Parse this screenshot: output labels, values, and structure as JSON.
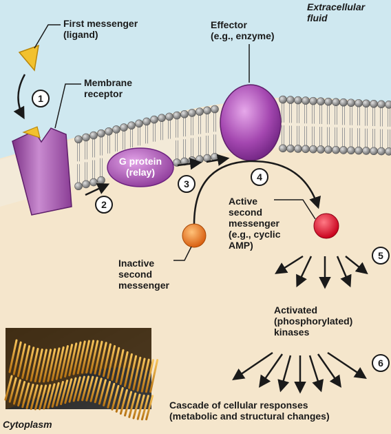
{
  "colors": {
    "extracellular": "#cfe8f0",
    "cytoplasm": "#f5e6cc",
    "phospholipid_head": "#8c8c8c",
    "receptor": "#a64ca6",
    "g_protein": "#b060b8",
    "effector": "#9b3fa6",
    "ligand": "#f2c12e",
    "inactive_messenger": "#e8741f",
    "active_messenger": "#e0102a"
  },
  "regions": {
    "extracellular": "Extracellular\nfluid",
    "cytoplasm": "Cytoplasm"
  },
  "labels": {
    "first_messenger": "First messenger\n(ligand)",
    "membrane_receptor": "Membrane\nreceptor",
    "effector": "Effector\n(e.g., enzyme)",
    "g_protein": "G protein\n(relay)",
    "active_second_messenger": "Active\nsecond\nmessenger\n(e.g., cyclic\nAMP)",
    "inactive_second_messenger": "Inactive\nsecond\nmessenger",
    "activated_kinases": "Activated\n(phosphorylated)\nkinases",
    "cascade": "Cascade of cellular responses\n(metabolic and structural changes)"
  },
  "steps": [
    "1",
    "2",
    "3",
    "4",
    "5",
    "6"
  ],
  "icons": {
    "ligand": "ligand-icon",
    "inset": "membrane-surface-image"
  }
}
